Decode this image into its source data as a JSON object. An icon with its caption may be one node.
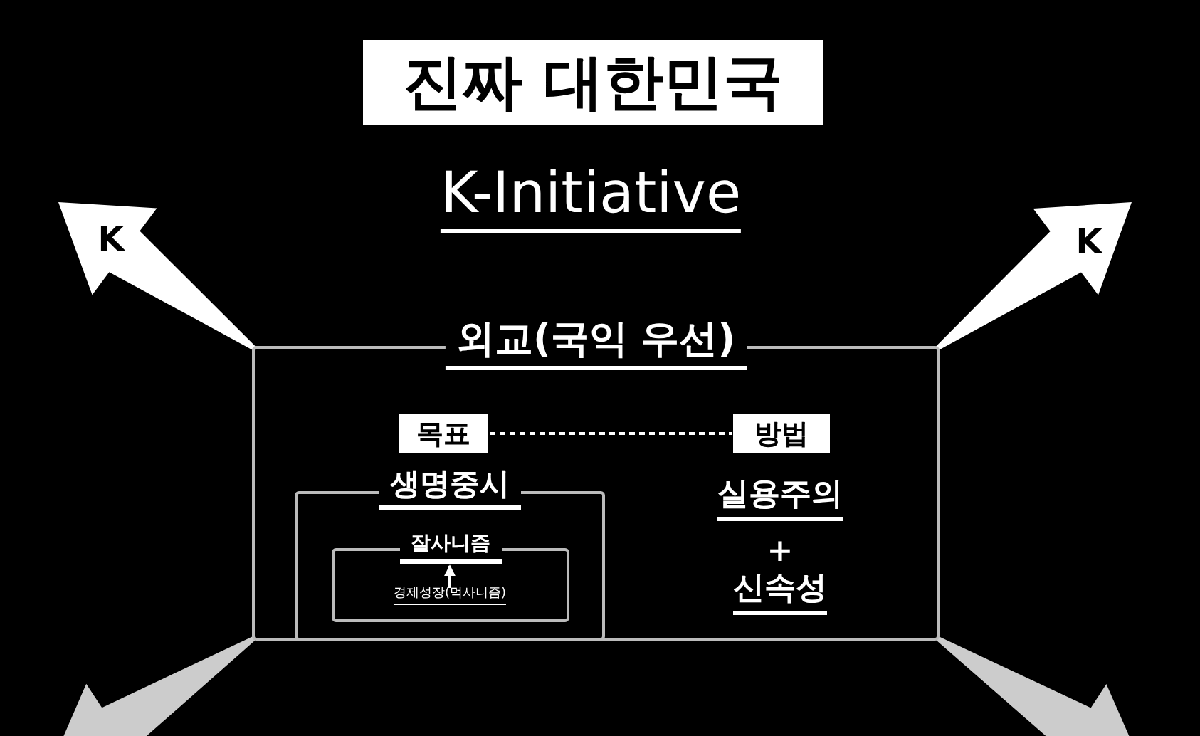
{
  "diagram": {
    "title": "진짜 대한민국",
    "nodes": [
      {
        "text": [
          "외교(국익 우선)"
        ]
      },
      {
        "text": [
          "목표"
        ],
        "in": 0
      },
      {
        "text": [
          "방법"
        ],
        "in": 0
      },
      {
        "text": [
          "생명중시"
        ],
        "in": 0
      },
      {
        "text": [
          "잘사니즘"
        ],
        "in": 3
      },
      {
        "text": [
          "경제성장(먹사니즘)"
        ],
        "in": 4
      },
      {
        "text": [
          "실용주의"
        ],
        "in": 0
      },
      {
        "text": [
          "신속성"
        ],
        "in": 0
      }
    ],
    "edges": [
      {
        "from": 1,
        "to": 2,
        "arrow": "none",
        "style": "dashed"
      },
      {
        "from": 5,
        "to": 4,
        "arrow": "to"
      },
      {
        "from": 0,
        "to": null,
        "arrow": "to",
        "label": "K"
      },
      {
        "from": 0,
        "to": null,
        "arrow": "to",
        "label": "K"
      },
      {
        "from": 0,
        "to": null,
        "arrow": "to",
        "color": "#cccccc"
      },
      {
        "from": 0,
        "to": null,
        "arrow": "to",
        "color": "#cccccc"
      }
    ],
    "labels": [
      "K-Initiative",
      "+"
    ]
  }
}
